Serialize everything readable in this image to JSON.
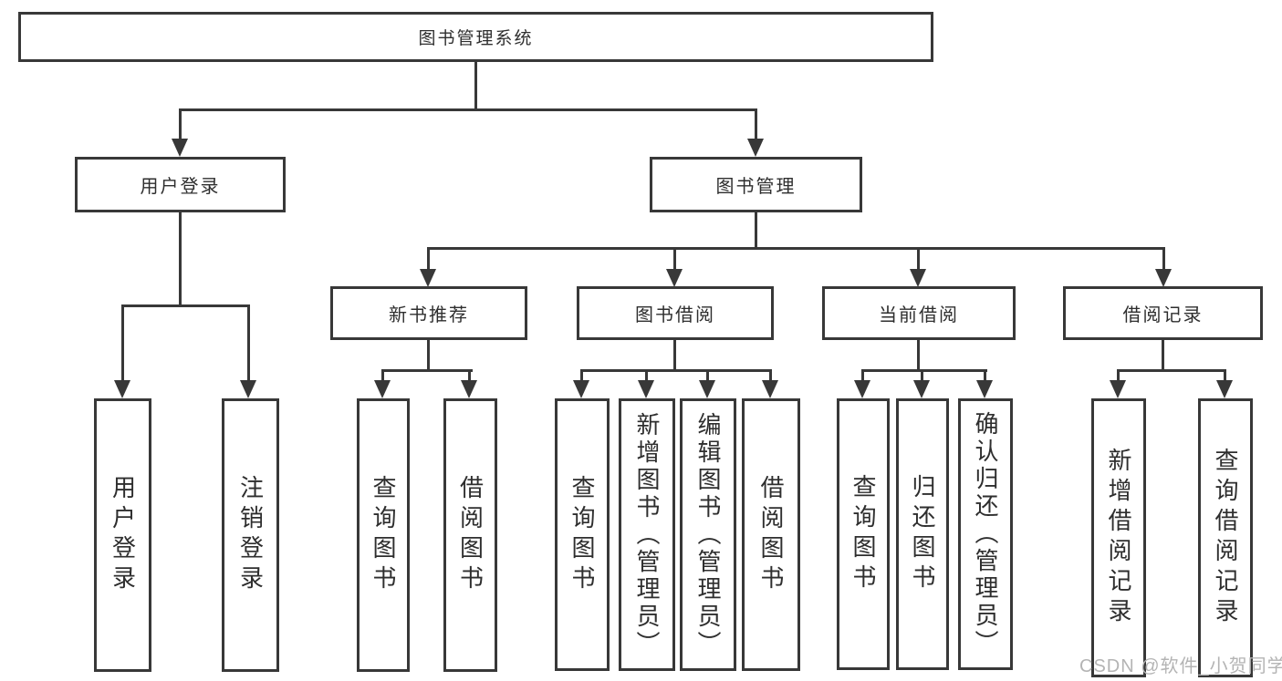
{
  "nodes": {
    "root": "图书管理系统",
    "user_login": "用户登录",
    "book_mgmt": "图书管理",
    "new_book_rec": "新书推荐",
    "book_borrow": "图书借阅",
    "current_borrow": "当前借阅",
    "borrow_record": "借阅记录",
    "leaf_user_login": "用户登录",
    "leaf_logout": "注销登录",
    "leaf_query_book_rec": "查询图书",
    "leaf_borrow_book_rec": "借阅图书",
    "leaf_query_book_borrow": "查询图书",
    "leaf_add_book": "新增图书（管理员）",
    "leaf_edit_book": "编辑图书（管理员）",
    "leaf_borrow_book_borrow": "借阅图书",
    "leaf_query_book_current": "查询图书",
    "leaf_return_book": "归还图书",
    "leaf_confirm_return": "确认归还（管理员）",
    "leaf_add_record": "新增借阅记录",
    "leaf_query_record": "查询借阅记录"
  },
  "watermark": "CSDN @软件_小贺同学",
  "colors": {
    "line": "#383838",
    "text": "#2e2e2e",
    "watermark": "#b4b4b4",
    "background": "#ffffff"
  }
}
